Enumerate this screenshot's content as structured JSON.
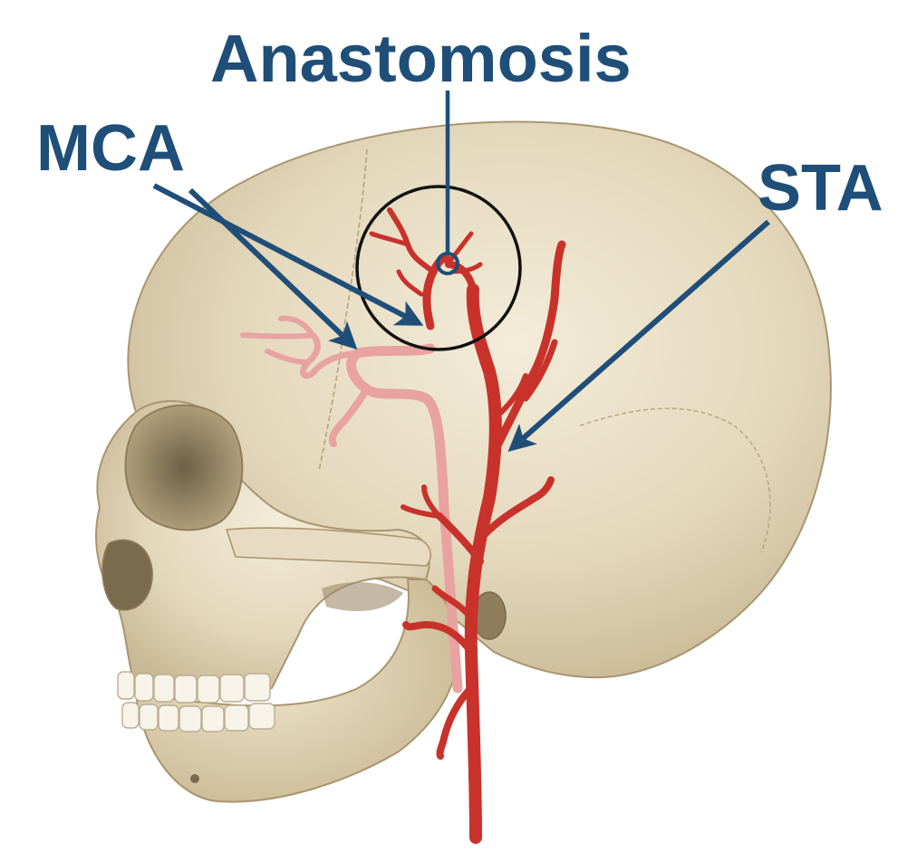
{
  "labels": {
    "anastomosis": "Anastomosis",
    "mca": "MCA",
    "sta": "STA"
  },
  "colors": {
    "label": "#1f4e79",
    "bone": "#e9dfc6",
    "bone_shadow": "#b9a986",
    "artery": "#c8322b",
    "artery_dark": "#8f1d18",
    "mca_pale": "#e8a3a0",
    "circle": "#111111"
  }
}
